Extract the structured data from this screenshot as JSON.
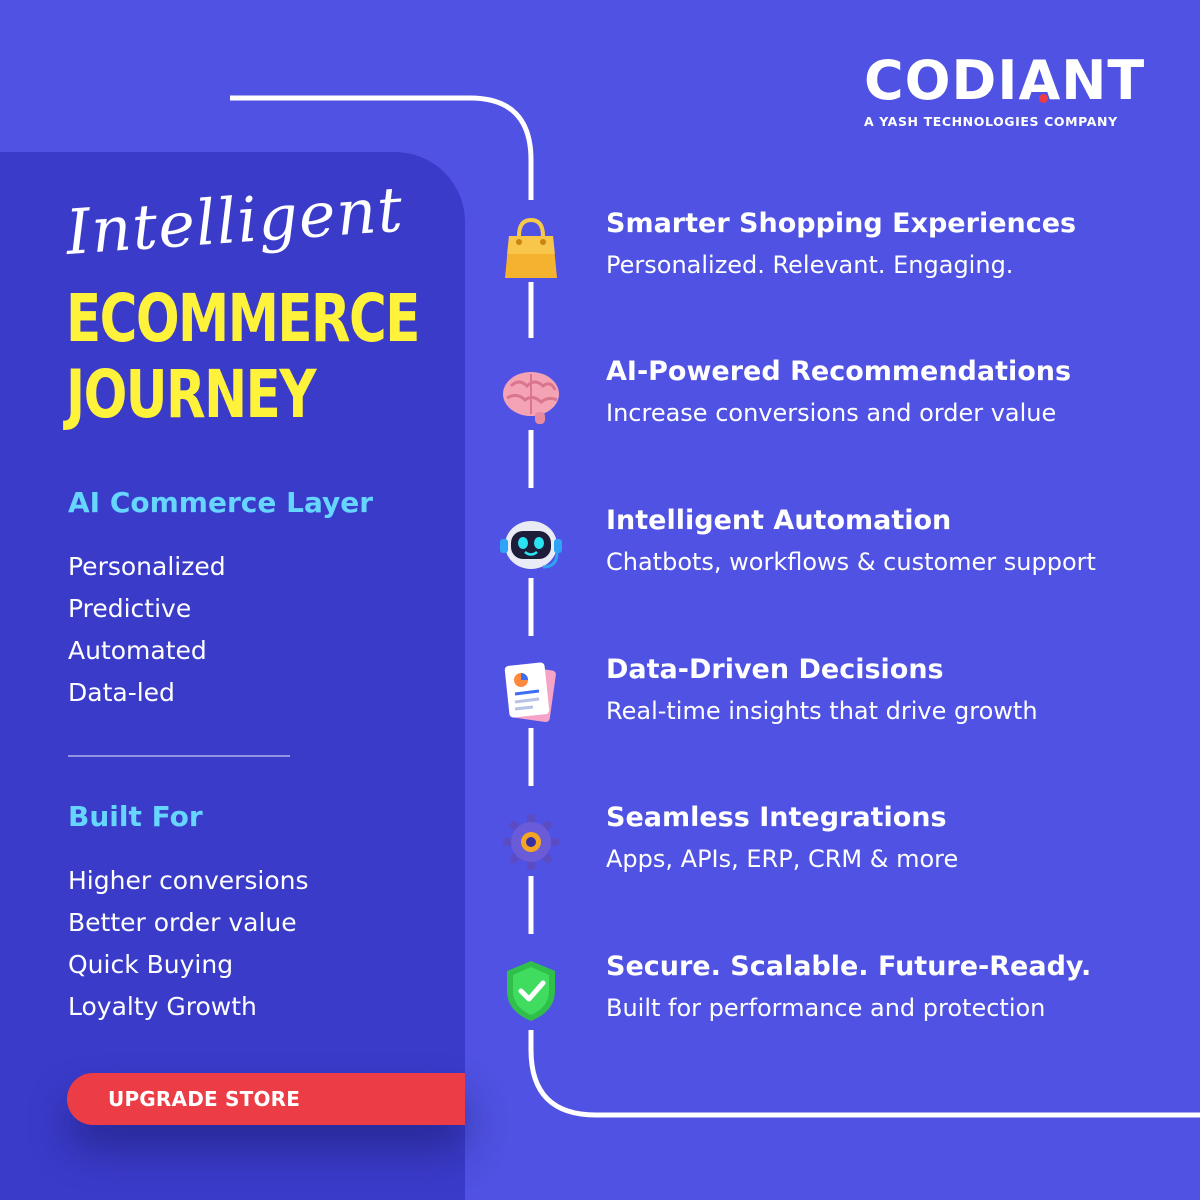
{
  "brand": {
    "logo_text": "CODIANT",
    "tagline": "A YASH TECHNOLOGIES COMPANY",
    "accent": "#ec3c45",
    "background": "#4f52e2",
    "panel": "#3a3bc9",
    "highlight": "#fff23a",
    "section_color": "#66d6ff"
  },
  "hero": {
    "script_word": "Intelligent",
    "line1": "ECOMMERCE",
    "line2": "JOURNEY"
  },
  "commerce_layer": {
    "title": "AI Commerce Layer",
    "items": [
      "Personalized",
      "Predictive",
      "Automated",
      "Data-led"
    ]
  },
  "built_for": {
    "title": "Built For",
    "items": [
      "Higher conversions",
      "Better order value",
      "Quick Buying",
      "Loyalty Growth"
    ]
  },
  "cta": {
    "label": "UPGRADE STORE"
  },
  "journey": [
    {
      "icon": "shopping-bag-icon",
      "title": "Smarter Shopping Experiences",
      "subtitle": "Personalized. Relevant. Engaging."
    },
    {
      "icon": "brain-icon",
      "title": "AI-Powered Recommendations",
      "subtitle": "Increase conversions and order value"
    },
    {
      "icon": "robot-icon",
      "title": "Intelligent Automation",
      "subtitle": "Chatbots, workflows & customer support"
    },
    {
      "icon": "report-icon",
      "title": "Data-Driven Decisions",
      "subtitle": "Real-time insights that drive growth"
    },
    {
      "icon": "gear-icon",
      "title": "Seamless Integrations",
      "subtitle": "Apps, APIs, ERP, CRM & more"
    },
    {
      "icon": "shield-check-icon",
      "title": "Secure. Scalable. Future-Ready.",
      "subtitle": "Built for performance and protection"
    }
  ]
}
